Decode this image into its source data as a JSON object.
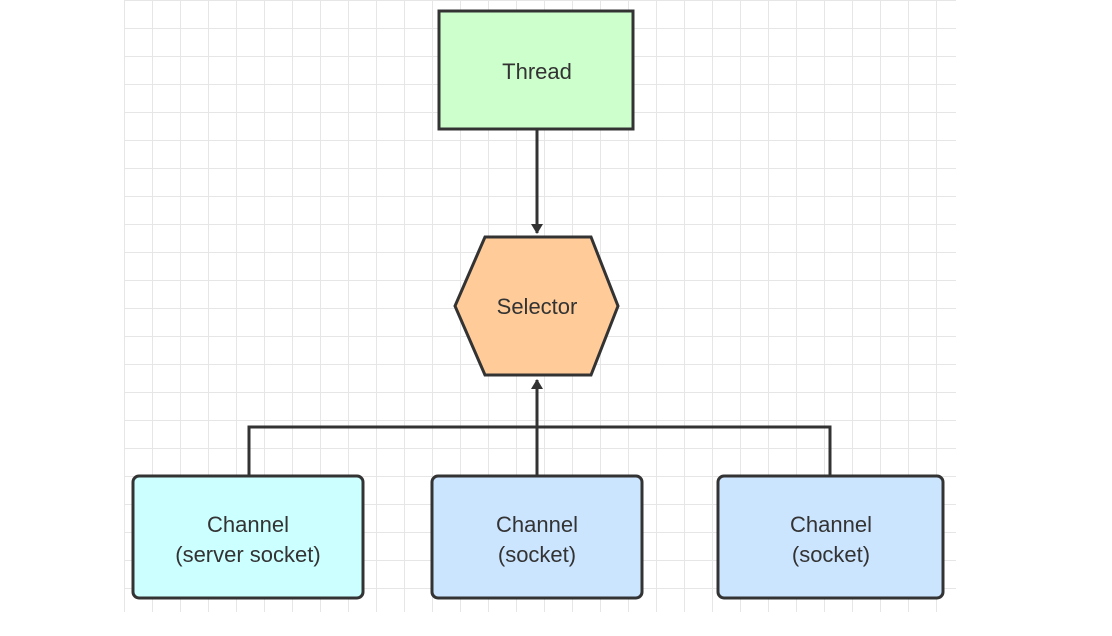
{
  "nodes": {
    "thread": {
      "label": "Thread",
      "fill": "#ccffcc"
    },
    "selector": {
      "label": "Selector",
      "fill": "#ffcc99"
    },
    "channel_server": {
      "line1": "Channel",
      "line2": "(server socket)",
      "fill": "#ccffff"
    },
    "channel_socket_1": {
      "line1": "Channel",
      "line2": "(socket)",
      "fill": "#cce5ff"
    },
    "channel_socket_2": {
      "line1": "Channel",
      "line2": "(socket)",
      "fill": "#cce5ff"
    }
  },
  "edges": [
    {
      "from": "thread",
      "to": "selector"
    },
    {
      "from": "channel_server",
      "to": "selector"
    },
    {
      "from": "channel_socket_1",
      "to": "selector"
    },
    {
      "from": "channel_socket_2",
      "to": "selector"
    }
  ],
  "colors": {
    "stroke": "#333333",
    "grid": "#e6e6e6"
  }
}
